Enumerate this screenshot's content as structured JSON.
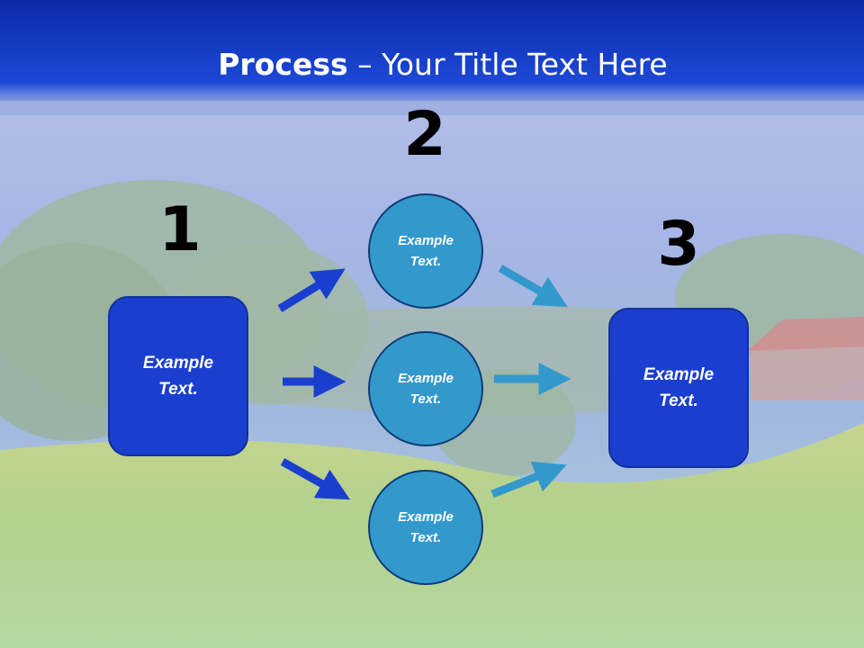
{
  "title": {
    "bold": "Process",
    "rest": " – Your Title Text Here"
  },
  "steps": {
    "one": "1",
    "two": "2",
    "three": "3"
  },
  "nodes": {
    "left_box": "Example Text.",
    "circle_top": "Example Text.",
    "circle_middle": "Example Text.",
    "circle_bottom": "Example Text.",
    "right_box": "Example Text."
  },
  "colors": {
    "header_blue": "#1133bb",
    "box_blue": "#1a3fcf",
    "circle_blue": "#3399cc",
    "arrow_left": "#1a3fcf",
    "arrow_right": "#3399cc"
  }
}
